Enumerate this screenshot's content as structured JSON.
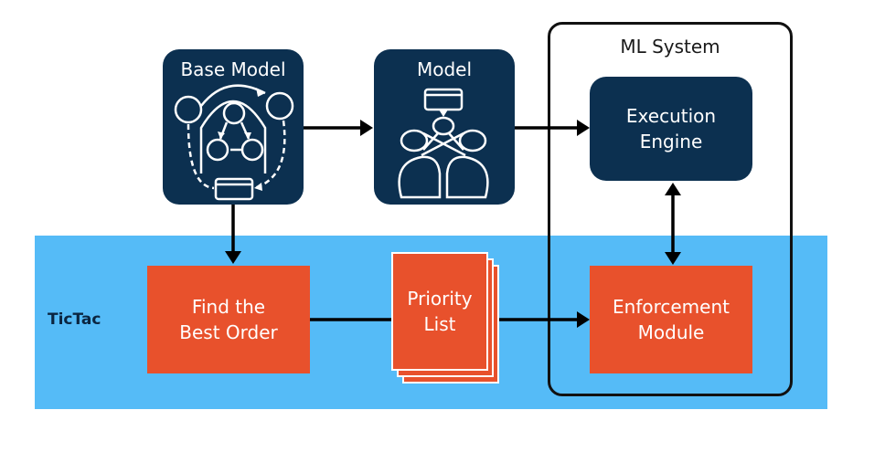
{
  "nodes": {
    "base_model": "Base Model",
    "model": "Model",
    "ml_system": "ML System",
    "execution_engine": "Execution\nEngine",
    "find_best_order": "Find the\nBest Order",
    "priority_list": "Priority\nList",
    "enforcement_module": "Enforcement\nModule"
  },
  "band": {
    "label": "TicTac"
  },
  "colors": {
    "navy": "#0c3050",
    "orange": "#e8512c",
    "band_blue": "#55bbf7"
  },
  "icons": [
    "computation-graph-icon",
    "model-graph-icon"
  ]
}
